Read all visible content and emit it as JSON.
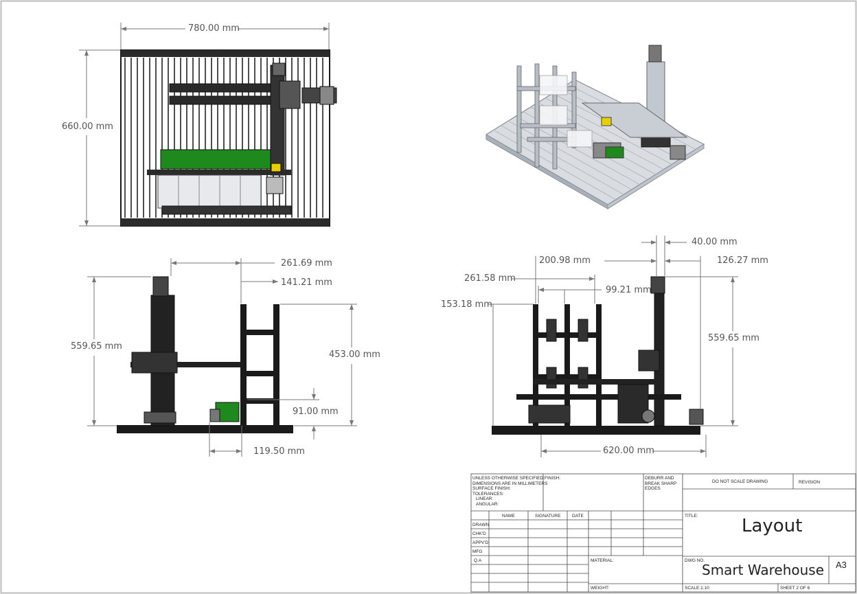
{
  "dimensions": {
    "top_width": "780.00 mm",
    "top_height": "660.00 mm",
    "left_261": "261.69 mm",
    "left_141": "141.21 mm",
    "left_559": "559.65 mm",
    "left_453": "453.00 mm",
    "left_91": "91.00 mm",
    "left_119": "119.50 mm",
    "right_40": "40.00 mm",
    "right_200": "200.98 mm",
    "right_126": "126.27 mm",
    "right_261": "261.58 mm",
    "right_99": "99.21 mm",
    "right_153": "153.18 mm",
    "right_559": "559.65 mm",
    "right_620": "620.00 mm"
  },
  "title_block": {
    "notes": [
      "UNLESS OTHERWISE SPECIFIED:",
      "DIMENSIONS ARE IN MILLIMETERS",
      "SURFACE FINISH:",
      "TOLERANCES:",
      "LINEAR:",
      "ANGULAR:"
    ],
    "finish": "FINISH:",
    "deburr": [
      "DEBURR AND",
      "BREAK SHARP",
      "EDGES"
    ],
    "do_not_scale": "DO NOT SCALE DRAWING",
    "revision": "REVISION",
    "col_name": "NAME",
    "col_signature": "SIGNATURE",
    "col_date": "DATE",
    "rows": [
      "DRAWN",
      "CHK'D",
      "APPV'D",
      "MFG",
      "Q.A"
    ],
    "title_label": "TITLE:",
    "title": "Layout",
    "material": "MATERIAL:",
    "dwg_no_label": "DWG NO.",
    "dwg_no": "Smart Warehouse",
    "size": "A3",
    "weight": "WEIGHT:",
    "scale": "SCALE:1:10",
    "sheet": "SHEET 2 OF 6"
  },
  "colors": {
    "frame": "#1a1a1a",
    "profile_fill": "#2b2b2b",
    "green_part": "#1e8a1e",
    "dim_line": "#777777",
    "iso_light": "#d9dde2",
    "iso_mid": "#a9b0b8"
  }
}
